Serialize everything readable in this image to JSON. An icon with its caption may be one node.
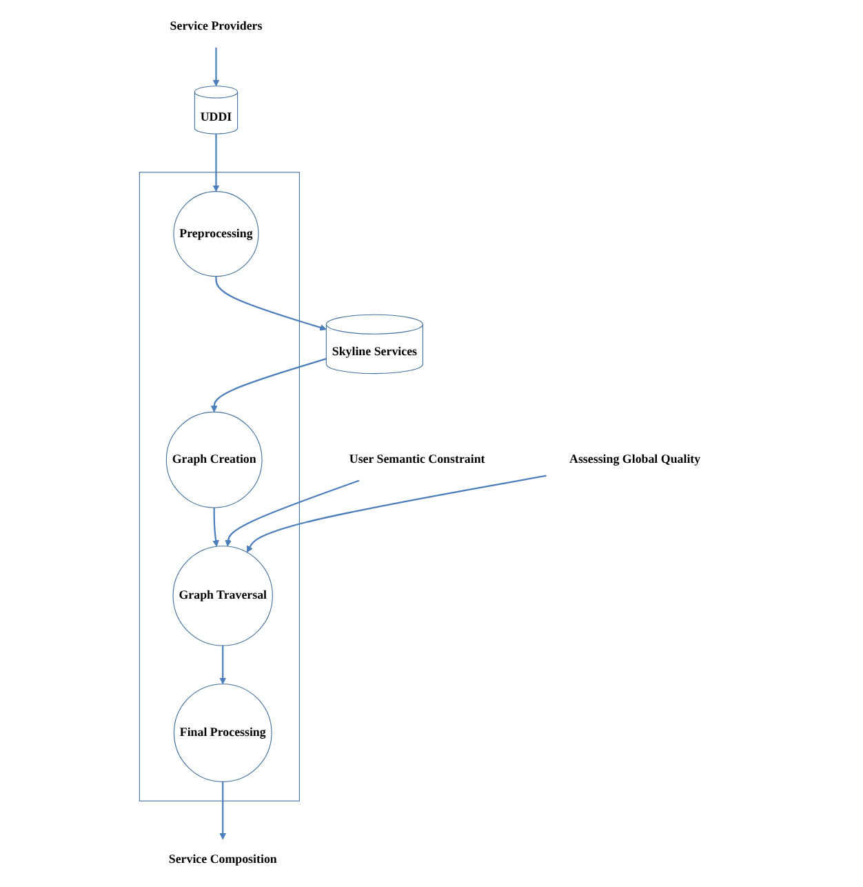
{
  "diagram": {
    "nodes": [
      {
        "text": [
          "Skyline Services"
        ]
      },
      {
        "text": [
          "UDDI"
        ]
      },
      {
        "text": [
          "Service Providers"
        ]
      },
      {
        "text": [],
        "shape": "box"
      },
      {
        "text": [
          "Preprocessing"
        ],
        "in": 3
      },
      {
        "text": [
          "Graph Creation"
        ],
        "in": 3
      },
      {
        "text": [
          "Graph Traversal"
        ],
        "in": 3
      },
      {
        "text": [
          "Final Processing"
        ],
        "in": 3
      },
      {
        "text": [
          "Service Composition"
        ]
      },
      {
        "text": [
          "User Semantic Constraint"
        ]
      },
      {
        "text": [
          "Assessing Global Quality"
        ]
      }
    ],
    "edges": [
      {
        "from": 2,
        "to": 1,
        "arrow": "to"
      },
      {
        "from": 1,
        "to": 4,
        "arrow": "to"
      },
      {
        "from": 4,
        "to": 0,
        "arrow": "to"
      },
      {
        "from": 0,
        "to": 5,
        "arrow": "to"
      },
      {
        "from": 5,
        "to": 6,
        "arrow": "to"
      },
      {
        "from": 6,
        "to": 7,
        "arrow": "to"
      },
      {
        "from": 7,
        "to": 8,
        "arrow": "to"
      },
      {
        "from": 9,
        "to": 6,
        "arrow": "to"
      },
      {
        "from": 10,
        "to": 6,
        "arrow": "to"
      }
    ]
  }
}
